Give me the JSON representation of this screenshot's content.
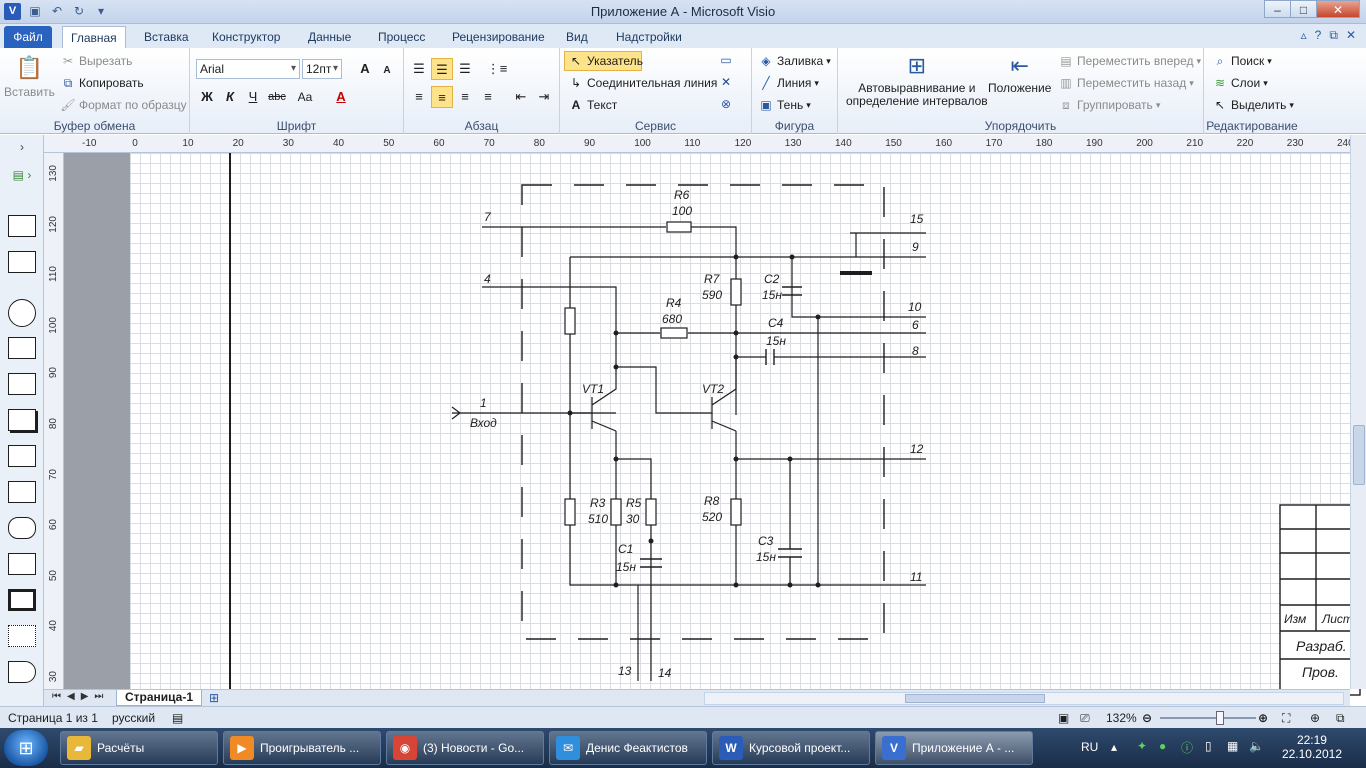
{
  "window": {
    "app_letter": "V",
    "title": "Приложение А - Microsoft Visio"
  },
  "tabs": [
    "Файл",
    "Главная",
    "Вставка",
    "Конструктор",
    "Данные",
    "Процесс",
    "Рецензирование",
    "Вид",
    "Надстройки"
  ],
  "ribbon": {
    "clipboard": {
      "label": "Буфер обмена",
      "paste": "Вставить",
      "cut": "Вырезать",
      "copy": "Копировать",
      "format_painter": "Формат по образцу"
    },
    "font": {
      "label": "Шрифт",
      "family": "Arial",
      "size": "12пт",
      "bold": "Ж",
      "italic": "К",
      "underline": "Ч",
      "strike": "abc",
      "case": "Aa",
      "color": "A",
      "grow": "A",
      "shrink": "A"
    },
    "paragraph": {
      "label": "Абзац"
    },
    "tools": {
      "label": "Сервис",
      "pointer": "Указатель",
      "connector": "Соединительная линия",
      "text": "Текст"
    },
    "shape": {
      "label": "Фигура",
      "fill": "Заливка",
      "line": "Линия",
      "shadow": "Тень"
    },
    "arrange": {
      "label": "Упорядочить",
      "auto_align_1": "Автовыравнивание и",
      "auto_align_2": "определение интервалов",
      "position": "Положение",
      "bring_forward": "Переместить вперед",
      "send_backward": "Переместить назад",
      "group": "Группировать"
    },
    "editing": {
      "label": "Редактирование",
      "find": "Поиск",
      "layers": "Слои",
      "select": "Выделить"
    }
  },
  "hruler_labels": [
    "-10",
    "0",
    "10",
    "20",
    "30",
    "40",
    "50",
    "60",
    "70",
    "80",
    "90",
    "100",
    "110",
    "120",
    "130",
    "140",
    "150",
    "160",
    "170",
    "180",
    "190",
    "200",
    "210",
    "220",
    "230",
    "240"
  ],
  "vruler_labels": [
    "130",
    "120",
    "110",
    "100",
    "90",
    "80",
    "70",
    "60",
    "50",
    "40",
    "30"
  ],
  "schematic": {
    "components": [
      {
        "ref": "R6",
        "value": "100"
      },
      {
        "ref": "R7",
        "value": "590"
      },
      {
        "ref": "R4",
        "value": "680"
      },
      {
        "ref": "C2",
        "value": "15н"
      },
      {
        "ref": "C4",
        "value": "15н"
      },
      {
        "ref": "R3",
        "value": "510"
      },
      {
        "ref": "R5",
        "value": "30"
      },
      {
        "ref": "R8",
        "value": "520"
      },
      {
        "ref": "C1",
        "value": "15н"
      },
      {
        "ref": "C3",
        "value": "15н"
      }
    ],
    "transistors": [
      "VT1",
      "VT2"
    ],
    "pins": [
      "1",
      "4",
      "7",
      "15",
      "9",
      "10",
      "6",
      "8",
      "12",
      "11",
      "13",
      "14"
    ],
    "input_label": "Вход"
  },
  "title_block": {
    "cell1": "Изм",
    "cell2": "Лист",
    "cell3": "Разраб.",
    "cell4": "Пров."
  },
  "page_tab": "Страница-1",
  "status": {
    "page": "Страница 1 из 1",
    "language": "русский",
    "zoom": "132%",
    "zoom_level": 0.62
  },
  "taskbar": {
    "items": [
      {
        "label": "Расчёты",
        "icon": "folder-icon",
        "color": "#e8b83a"
      },
      {
        "label": "Проигрыватель ...",
        "icon": "player-icon",
        "color": "#f08a24"
      },
      {
        "label": "(3) Новости - Go...",
        "icon": "chrome-icon",
        "color": "#d64535"
      },
      {
        "label": "Денис Феактистов",
        "icon": "chat-icon",
        "color": "#2f8fdc"
      },
      {
        "label": "Курсовой проект...",
        "icon": "word-icon",
        "color": "#2a5cb8"
      },
      {
        "label": "Приложение А - ...",
        "icon": "visio-icon",
        "color": "#3a6fd0"
      }
    ],
    "lang": "RU",
    "time": "22:19",
    "date": "22.10.2012"
  }
}
